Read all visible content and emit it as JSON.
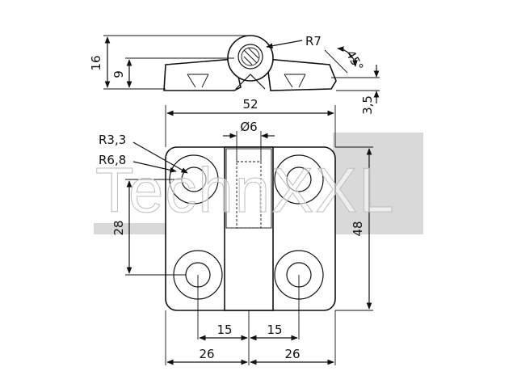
{
  "drawing": {
    "labels": {
      "radius_r7": "R7",
      "angle_45": "45°",
      "height_16": "16",
      "height_9": "9",
      "thickness_3_5": "3,5",
      "width_52": "52",
      "diameter_6": "Ø6",
      "radius_r3_3": "R3,3",
      "radius_r6_8": "R6,8",
      "spacing_28": "28",
      "height_48": "48",
      "offset_15_left": "15",
      "offset_15_right": "15",
      "half_26_left": "26",
      "half_26_right": "26"
    },
    "watermark": "TechnXXL",
    "colors": {
      "line": "#111111",
      "watermark_band": "#d9d9d9",
      "watermark_text": "#ffffff"
    }
  }
}
